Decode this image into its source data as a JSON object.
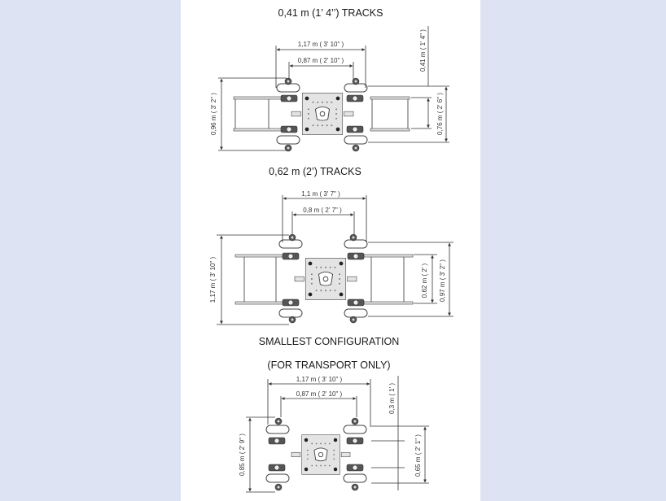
{
  "diagrams": [
    {
      "title": "0,41 m (1’ 4’’) TRACKS",
      "dims": {
        "outer_width": "1,17 m ( 3' 10\" )",
        "inner_width": "0,87 m ( 2' 10\" )",
        "left_height": "0,96 m ( 3' 2\" )",
        "right_inner": "0,76 m ( 2' 6\" )",
        "right_outer": "0,41 m ( 1' 4\" )"
      }
    },
    {
      "title": "0,62 m (2’) TRACKS",
      "dims": {
        "outer_width": "1,1 m ( 3' 7\" )",
        "inner_width": "0,8 m ( 2' 7\" )",
        "left_height": "1,17 m ( 3' 10\" )",
        "right_inner": "0,62 m ( 2' )",
        "right_outer": "0,97 m ( 3' 2\" )"
      }
    },
    {
      "title": "SMALLEST CONFIGURATION",
      "subtitle": "(FOR TRANSPORT ONLY)",
      "dims": {
        "outer_width": "1,17 m ( 3' 10\" )",
        "inner_width": "0,87 m ( 2' 10\" )",
        "left_height": "0,85 m ( 2' 9\" )",
        "right_inner": "0,65 m ( 2' 1\" )",
        "right_outer": "0,3 m ( 1' )"
      }
    }
  ]
}
